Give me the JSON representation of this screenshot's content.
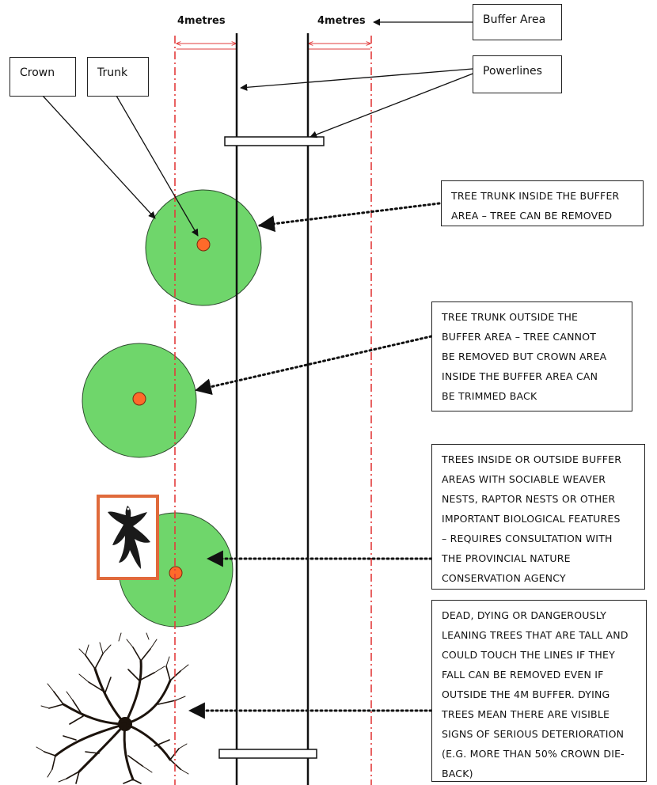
{
  "labels": {
    "measure_left": "4metres",
    "measure_right": "4metres",
    "buffer_area": "Buffer Area",
    "crown": "Crown",
    "trunk": "Trunk",
    "powerlines": "Powerlines"
  },
  "notes": {
    "note1": [
      "TREE TRUNK INSIDE THE BUFFER",
      "AREA – TREE CAN BE REMOVED"
    ],
    "note2": [
      "TREE TRUNK OUTSIDE THE",
      "BUFFER AREA – TREE CANNOT",
      "BE REMOVED BUT CROWN AREA",
      "INSIDE THE BUFFER AREA CAN",
      "BE TRIMMED BACK"
    ],
    "note3": [
      "TREES INSIDE OR OUTSIDE BUFFER",
      "AREAS WITH SOCIABLE WEAVER",
      "NESTS, RAPTOR NESTS OR OTHER",
      "IMPORTANT BIOLOGICAL FEATURES",
      "– REQUIRES CONSULTATION WITH",
      "THE PROVINCIAL NATURE",
      "CONSERVATION AGENCY"
    ],
    "note4": [
      "DEAD, DYING OR DANGEROUSLY",
      "LEANING TREES THAT ARE TALL AND",
      "COULD TOUCH THE LINES IF THEY",
      "FALL CAN BE REMOVED EVEN IF",
      "OUTSIDE THE 4M BUFFER. DYING",
      "TREES MEAN THERE ARE VISIBLE",
      "SIGNS OF SERIOUS DETERIORATION",
      "(E.G. MORE THAN 50% CROWN DIE-",
      "BACK)"
    ]
  },
  "colors": {
    "crown_fill": "#6fd66b",
    "trunk_fill": "#ff6a2a",
    "buffer_line": "#e23b3b",
    "powerline": "#111111"
  },
  "icons": {
    "raptor": "raptor-bird-icon",
    "dead_tree": "dead-tree-icon"
  }
}
